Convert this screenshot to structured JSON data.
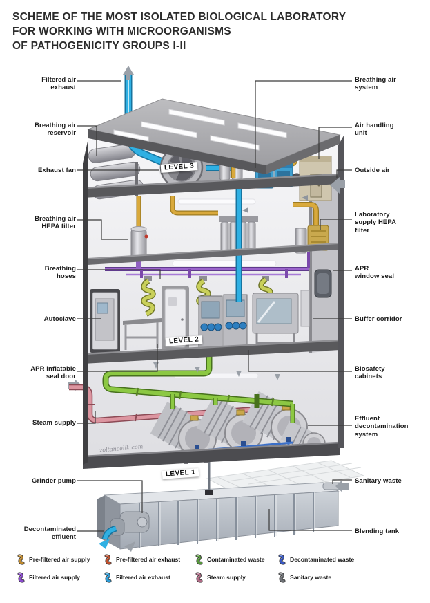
{
  "title": {
    "text": "SCHEME OF THE MOST ISOLATED BIOLOGICAL LABORATORY\nFOR WORKING WITH MICROORGANISMS\nOF PATHOGENICITY GROUPS I-II"
  },
  "levels": {
    "level3": "LEVEL 3",
    "level2": "LEVEL 2",
    "level1": "LEVEL 1"
  },
  "signature": "zoltancelik com",
  "callouts": {
    "left": [
      {
        "id": "filtered-air-exhaust",
        "text": "Filtered air\nexhaust"
      },
      {
        "id": "breathing-air-reservoir",
        "text": "Breathing air\nreservoir"
      },
      {
        "id": "exhaust-fan",
        "text": "Exhaust fan"
      },
      {
        "id": "breathing-air-hepa-filter",
        "text": "Breathing air\nHEPA filter"
      },
      {
        "id": "breathing-hoses",
        "text": "Breathing\nhoses"
      },
      {
        "id": "autoclave",
        "text": "Autoclave"
      },
      {
        "id": "apr-inflatable-seal-door",
        "text": "APR inflatable\nseal door"
      },
      {
        "id": "steam-supply",
        "text": "Steam supply"
      },
      {
        "id": "grinder-pump",
        "text": "Grinder pump"
      },
      {
        "id": "decontaminated-effluent",
        "text": "Decontaminated\neffluent"
      }
    ],
    "right": [
      {
        "id": "breathing-air-system",
        "text": "Breathing air\nsystem"
      },
      {
        "id": "air-handling-unit",
        "text": "Air handling\nunit"
      },
      {
        "id": "outside-air",
        "text": "Outside air"
      },
      {
        "id": "laboratory-supply-hepa-filter",
        "text": "Laboratory\nsupply HEPA\nfilter"
      },
      {
        "id": "apr-window-seal",
        "text": "APR\nwindow seal"
      },
      {
        "id": "buffer-corridor",
        "text": "Buffer corridor"
      },
      {
        "id": "biosafety-cabinets",
        "text": "Biosafety\ncabinets"
      },
      {
        "id": "effluent-decontamination-system",
        "text": "Effluent\ndecontamination\nsystem"
      },
      {
        "id": "sanitary-waste",
        "text": "Sanitary waste"
      },
      {
        "id": "blending-tank",
        "text": "Blending tank"
      }
    ]
  },
  "legend": {
    "items": [
      {
        "label": "Pre-filtered air supply",
        "color": "#c08a2d"
      },
      {
        "label": "Pre-filtered air exhaust",
        "color": "#bf4f2c"
      },
      {
        "label": "Contaminated waste",
        "color": "#55973a"
      },
      {
        "label": "Decontaminated waste",
        "color": "#3757c2"
      },
      {
        "label": "Filtered air supply",
        "color": "#8b4bcf"
      },
      {
        "label": "Filtered air exhaust",
        "color": "#2b9cd8"
      },
      {
        "label": "Steam supply",
        "color": "#b06a85"
      },
      {
        "label": "Sanitary waste",
        "color": "#6f7277"
      }
    ]
  },
  "colors": {
    "filtered_air_exhaust_pipe": "#2fb0e3",
    "pre_filtered_air_supply_pipe": "#d9a93c",
    "filtered_air_supply_pipe": "#9b64cc",
    "contaminated_waste_pipe": "#8cc843",
    "steam_supply_pipe": "#dc95a0",
    "decontaminated_waste_pipe": "#3a6fc9",
    "breathing_hose": "#c9d05a",
    "leader_line": "#3a3a3a",
    "structure_gray": "#59595c"
  }
}
